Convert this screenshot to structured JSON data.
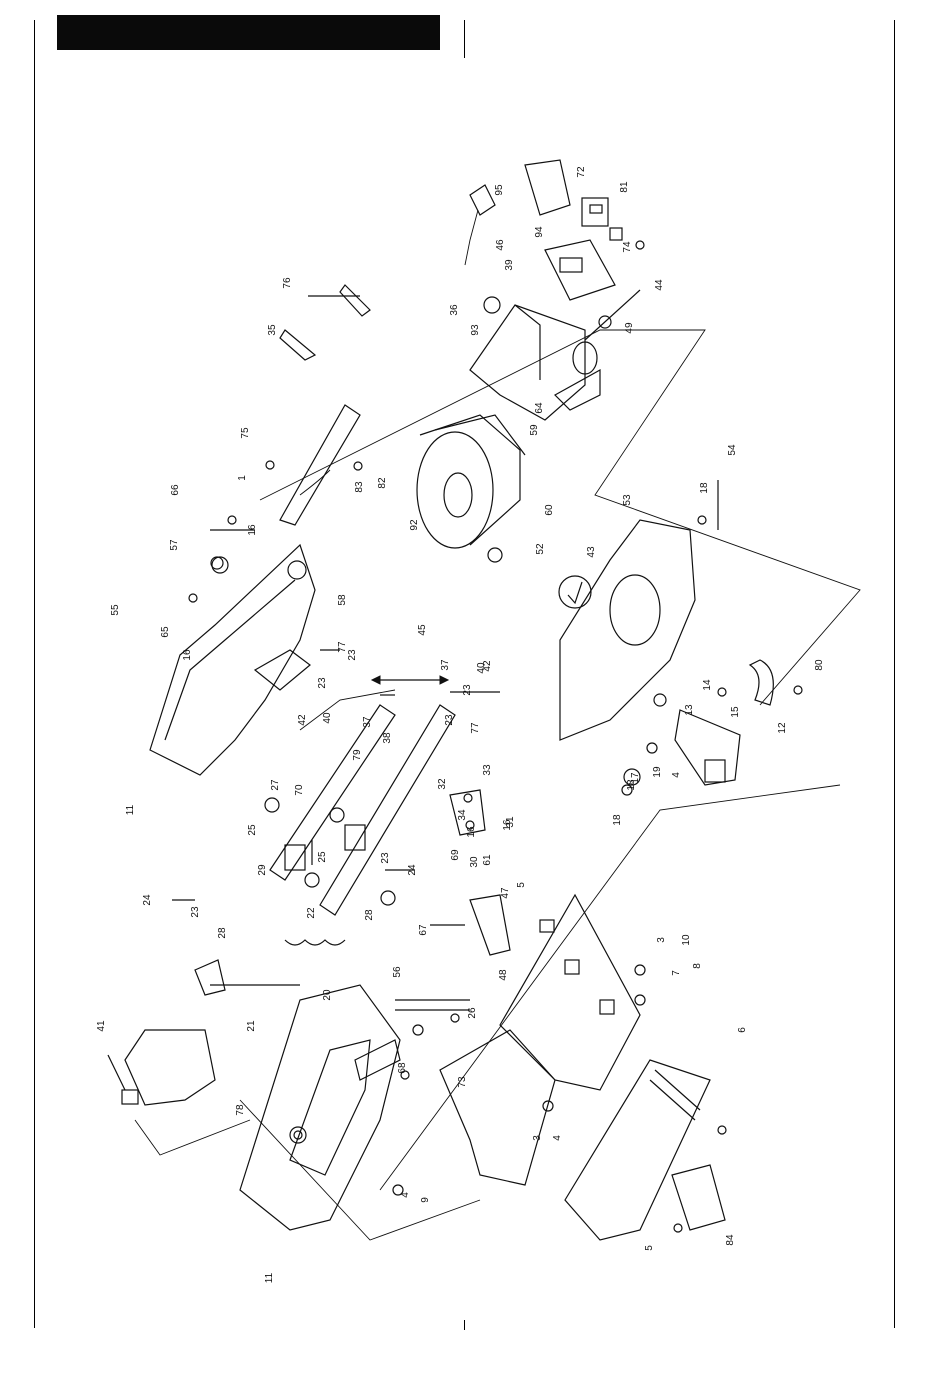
{
  "header": {
    "title": ""
  },
  "diagram": {
    "labels": [
      "1",
      "3",
      "3",
      "4",
      "4",
      "4",
      "5",
      "5",
      "6",
      "7",
      "8",
      "9",
      "10",
      "11",
      "11",
      "12",
      "13",
      "14",
      "15",
      "16",
      "16",
      "16",
      "16",
      "17",
      "18",
      "18",
      "18",
      "19",
      "20",
      "21",
      "22",
      "23",
      "23",
      "23",
      "23",
      "23",
      "23",
      "24",
      "24",
      "25",
      "25",
      "26",
      "27",
      "28",
      "28",
      "29",
      "30",
      "31",
      "32",
      "33",
      "34",
      "35",
      "36",
      "37",
      "37",
      "38",
      "39",
      "40",
      "40",
      "41",
      "42",
      "42",
      "43",
      "44",
      "45",
      "46",
      "47",
      "48",
      "49",
      "52",
      "53",
      "54",
      "55",
      "56",
      "57",
      "58",
      "59",
      "60",
      "61",
      "64",
      "65",
      "66",
      "67",
      "68",
      "69",
      "70",
      "72",
      "73",
      "74",
      "75",
      "76",
      "77",
      "77",
      "78",
      "79",
      "80",
      "81",
      "82",
      "83",
      "84",
      "92",
      "93",
      "94",
      "95"
    ]
  }
}
